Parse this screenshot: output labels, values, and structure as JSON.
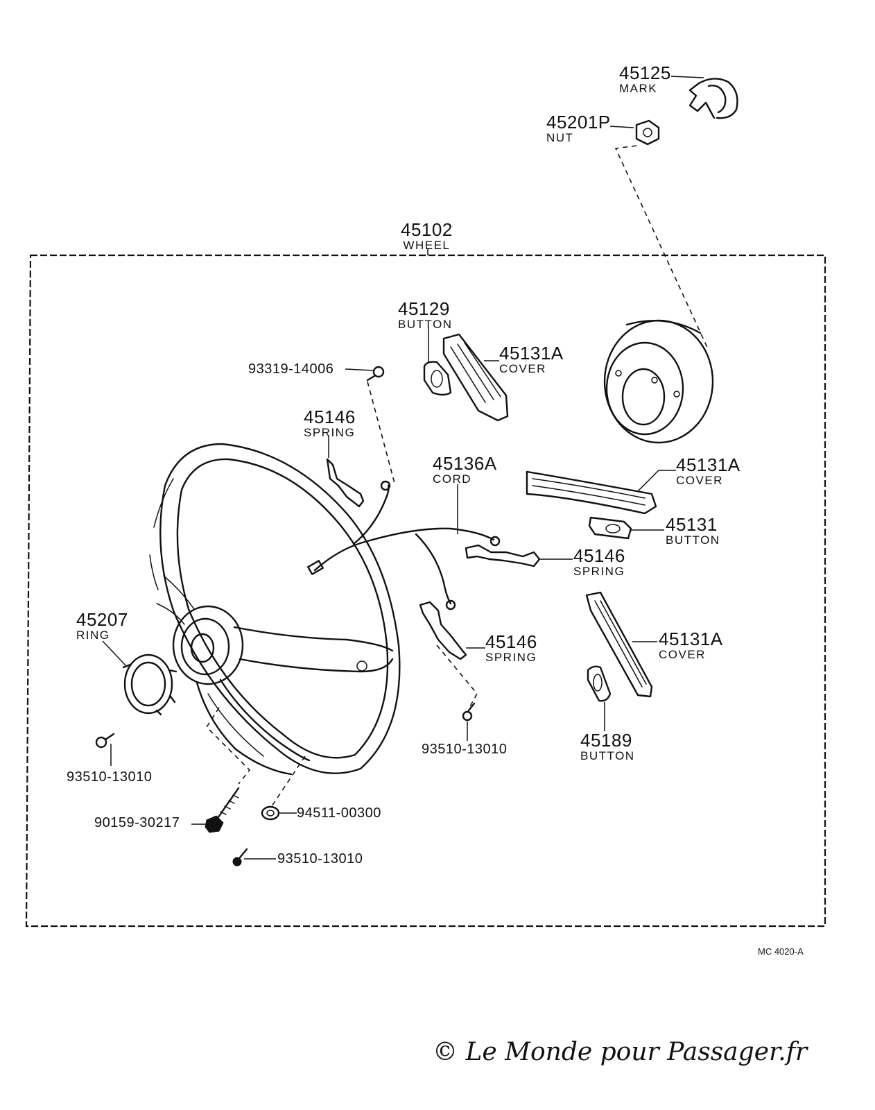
{
  "parts": {
    "p45125": {
      "number": "45125",
      "name": "MARK"
    },
    "p45201p": {
      "number": "45201P",
      "name": "NUT"
    },
    "p45102": {
      "number": "45102",
      "name": "WHEEL"
    },
    "p45129": {
      "number": "45129",
      "name": "BUTTON"
    },
    "p45131a_top": {
      "number": "45131A",
      "name": "COVER"
    },
    "p93319": {
      "number": "93319-14006"
    },
    "p45146_top": {
      "number": "45146",
      "name": "SPRING"
    },
    "p45136a": {
      "number": "45136A",
      "name": "CORD"
    },
    "p45131a_mid": {
      "number": "45131A",
      "name": "COVER"
    },
    "p45131": {
      "number": "45131",
      "name": "BUTTON"
    },
    "p45146_mid": {
      "number": "45146",
      "name": "SPRING"
    },
    "p45207": {
      "number": "45207",
      "name": "RING"
    },
    "p45146_low": {
      "number": "45146",
      "name": "SPRING"
    },
    "p45131a_low": {
      "number": "45131A",
      "name": "COVER"
    },
    "p93510_mid": {
      "number": "93510-13010"
    },
    "p45189": {
      "number": "45189",
      "name": "BUTTON"
    },
    "p93510_left": {
      "number": "93510-13010"
    },
    "p90159": {
      "number": "90159-30217"
    },
    "p94511": {
      "number": "94511-00300"
    },
    "p93510_bottom": {
      "number": "93510-13010"
    }
  },
  "diagram_code": "MC 4020-A",
  "credit": "© Le Monde pour Passager.fr"
}
